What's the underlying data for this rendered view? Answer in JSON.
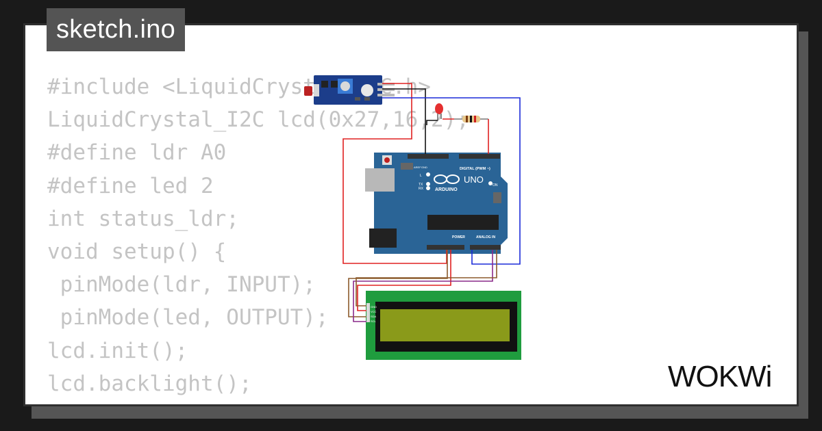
{
  "file_tab": {
    "title": "sketch.ino"
  },
  "code_lines": [
    "#include <LiquidCrystal_I2C.h>",
    "LiquidCrystal_I2C lcd(0x27,16,2);",
    "#define ldr A0",
    "#define led 2",
    "int status_ldr;",
    "void setup() {",
    " pinMode(ldr, INPUT);",
    " pinMode(led, OUTPUT);",
    "lcd.init();",
    "lcd.backlight();",
    "}"
  ],
  "board": {
    "brand": "ARDUINO",
    "model": "UNO",
    "digital_label": "DIGITAL (PWM ~)",
    "power_label": "POWER",
    "analog_label": "ANALOG IN",
    "on_label": "ON",
    "l_label": "L",
    "tx_label": "TX",
    "rx_label": "RX",
    "aref_label": "AREF",
    "gnd_label": "GND"
  },
  "lcd": {
    "pins": [
      "GND",
      "VCC",
      "SDA",
      "SCL"
    ]
  },
  "logo": {
    "text": "WOKWi"
  },
  "colors": {
    "background": "#1a1a1a",
    "card": "#ffffff",
    "code_text": "#c4c4c4",
    "tag_bg": "#545454",
    "board": "#2a6496",
    "lcd_pcb": "#1f9c3e",
    "lcd_screen": "#8a9a1a",
    "wire_red": "#e02020",
    "wire_black": "#111111",
    "wire_blue": "#1a2ad8",
    "wire_brown": "#8b5a2b",
    "wire_purple": "#8a2a8a"
  }
}
